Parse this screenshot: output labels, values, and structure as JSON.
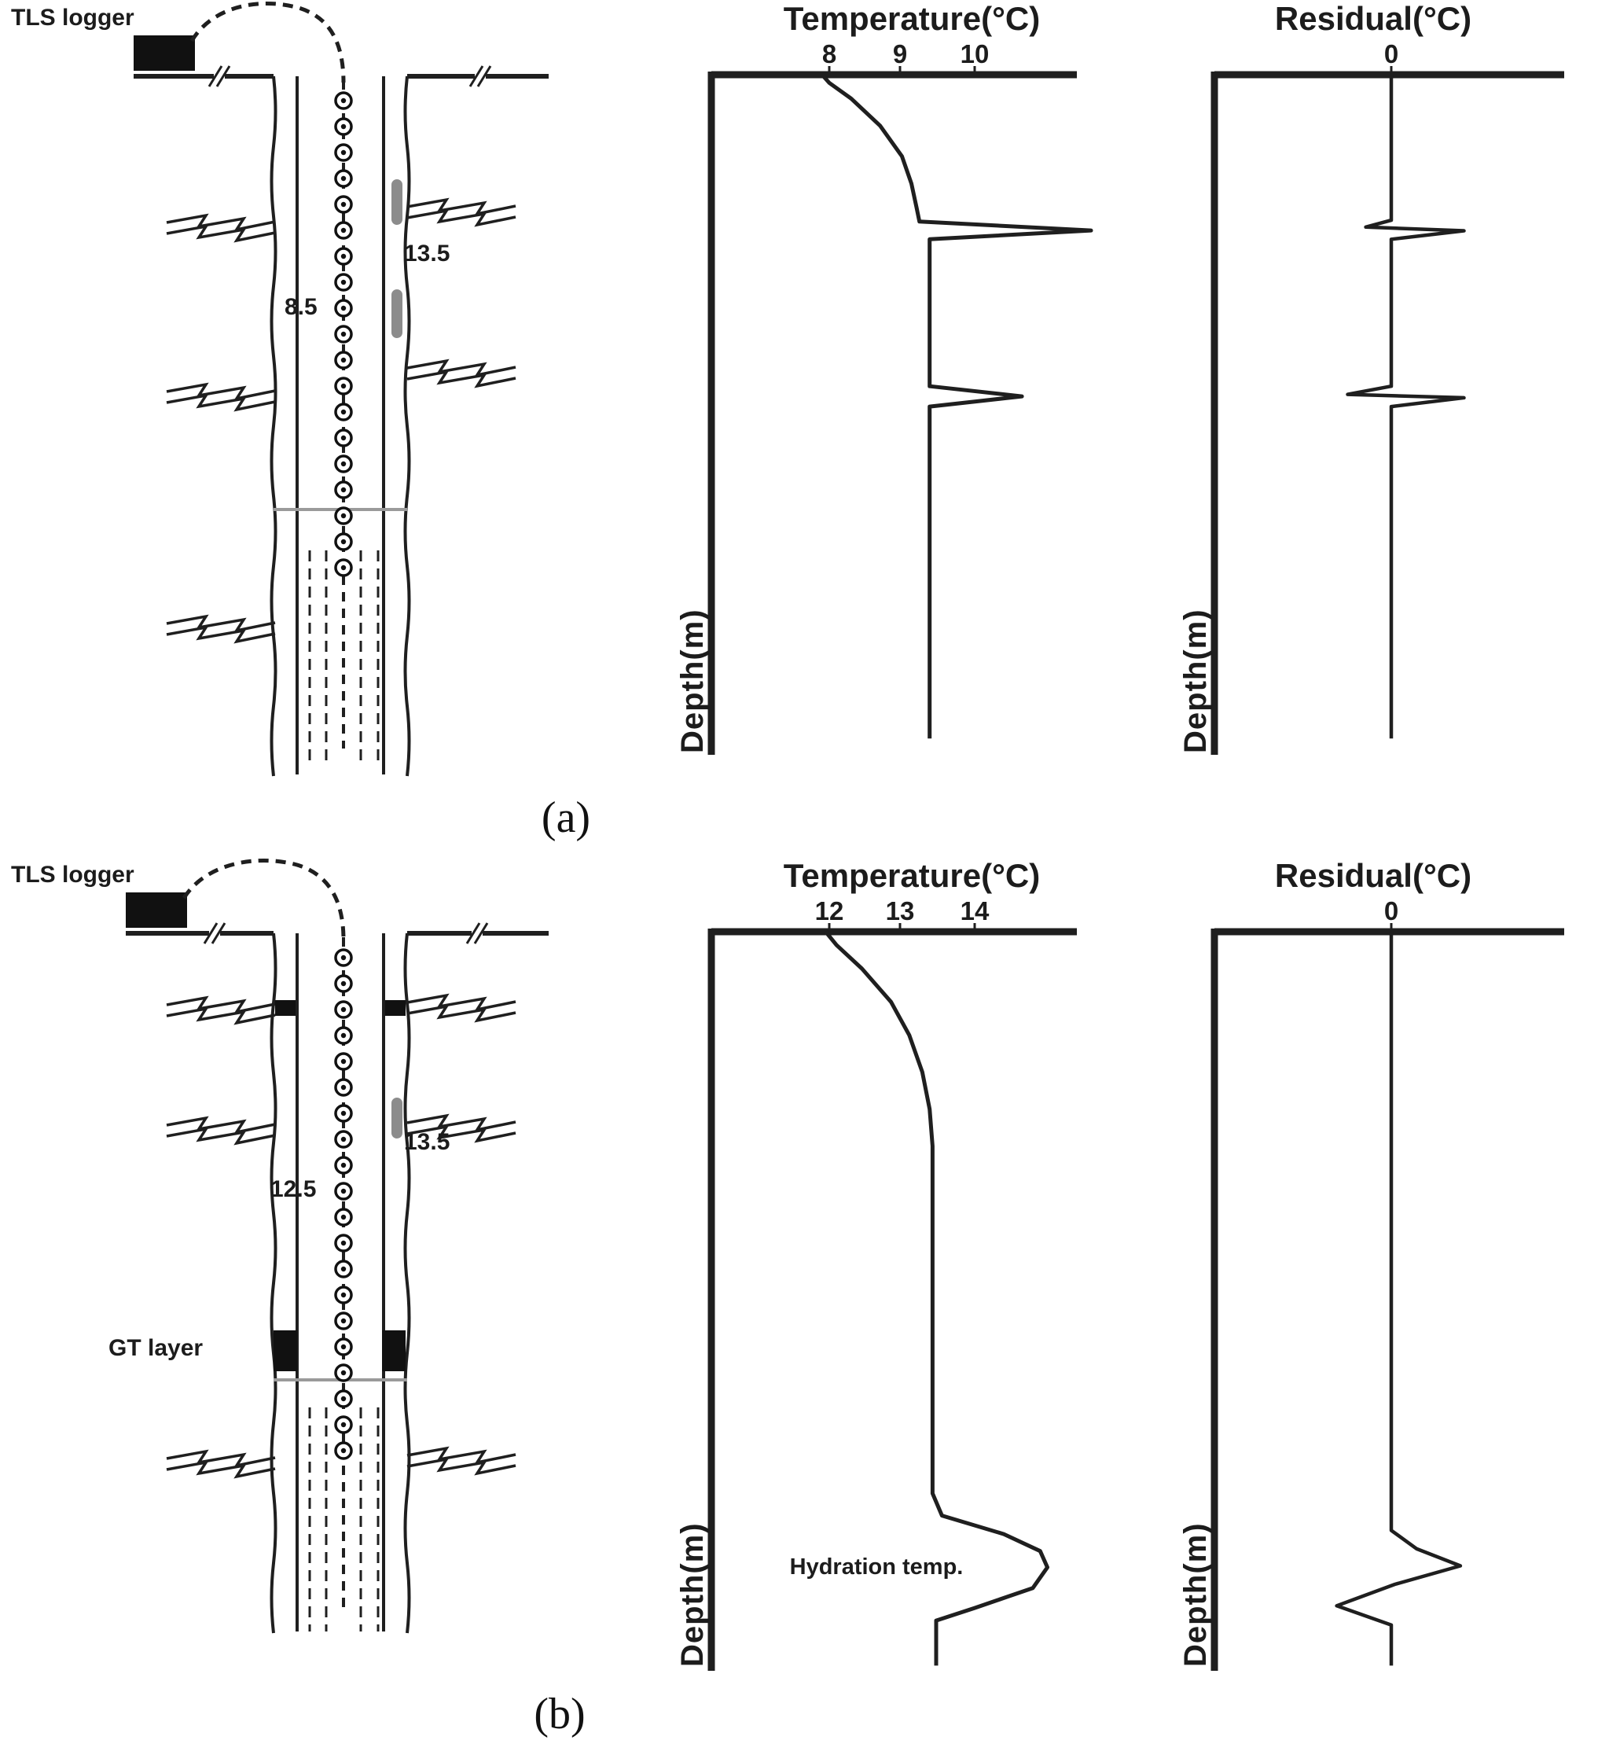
{
  "captions": {
    "a": "(a)",
    "b": "(b)"
  },
  "schematic_a": {
    "tls_label": "TLS logger",
    "left_value": "8.5",
    "right_value": "13.5"
  },
  "schematic_b": {
    "tls_label": "TLS logger",
    "left_value": "12.5",
    "right_value": "13.5",
    "gt_label": "GT layer"
  },
  "chart_data": [
    {
      "id": "temperature_a",
      "type": "line",
      "title": "Temperature(°C)",
      "ylabel": "Depth(m)",
      "x_ticks": [
        8,
        9,
        10
      ],
      "x_unit": "°C",
      "y_axis": "depth, unlabeled ticks, increasing downward (0-100 relative)",
      "legend": "none",
      "grid": false,
      "series": [
        {
          "name": "temperature profile with fracture-inflow spikes",
          "points": [
            [
              7.9,
              0
            ],
            [
              8.0,
              1.2
            ],
            [
              8.3,
              3.5
            ],
            [
              8.7,
              7.5
            ],
            [
              9.0,
              12
            ],
            [
              9.13,
              16
            ],
            [
              9.2,
              19.5
            ],
            [
              9.24,
              21.6
            ],
            [
              11.6,
              22.9
            ],
            [
              9.38,
              24.2
            ],
            [
              9.38,
              45.8
            ],
            [
              10.65,
              47.3
            ],
            [
              9.38,
              48.8
            ],
            [
              9.38,
              97.6
            ]
          ]
        }
      ]
    },
    {
      "id": "residual_a",
      "type": "line",
      "title": "Residual(°C)",
      "ylabel": "Depth(m)",
      "x_ticks": [
        0
      ],
      "x_unit": "°C",
      "y_axis": "depth, unlabeled ticks, increasing downward (0-100 relative)",
      "legend": "none",
      "grid": false,
      "series": [
        {
          "name": "residual anomalies at fracture depths",
          "points": [
            [
              0,
              0
            ],
            [
              0,
              21.4
            ],
            [
              -0.35,
              22.4
            ],
            [
              1.0,
              22.95
            ],
            [
              0,
              24.2
            ],
            [
              0,
              45.8
            ],
            [
              -0.6,
              47.0
            ],
            [
              1.0,
              47.5
            ],
            [
              0,
              48.8
            ],
            [
              0,
              97.6
            ]
          ]
        }
      ]
    },
    {
      "id": "temperature_b",
      "type": "line",
      "title": "Temperature(°C)",
      "ylabel": "Depth(m)",
      "x_ticks": [
        12,
        13,
        14
      ],
      "x_unit": "°C",
      "annotation": "Hydration temp.",
      "y_axis": "depth, unlabeled ticks, increasing downward (0-100 relative)",
      "legend": "none",
      "grid": false,
      "series": [
        {
          "name": "temperature profile with hydration-temperature bulge at GT layer",
          "points": [
            [
              11.95,
              0
            ],
            [
              12.1,
              1.8
            ],
            [
              12.45,
              5
            ],
            [
              12.85,
              9.5
            ],
            [
              13.1,
              14
            ],
            [
              13.28,
              19
            ],
            [
              13.38,
              24
            ],
            [
              13.42,
              29
            ],
            [
              13.42,
              76
            ],
            [
              13.55,
              79
            ],
            [
              14.4,
              81.5
            ],
            [
              14.9,
              83.8
            ],
            [
              15.0,
              86
            ],
            [
              14.8,
              88.8
            ],
            [
              14.0,
              91.5
            ],
            [
              13.47,
              93.2
            ],
            [
              13.47,
              99.3
            ]
          ]
        }
      ]
    },
    {
      "id": "residual_b",
      "type": "line",
      "title": "Residual(°C)",
      "ylabel": "Depth(m)",
      "x_ticks": [
        0
      ],
      "x_unit": "°C",
      "y_axis": "depth, unlabeled ticks, increasing downward (0-100 relative)",
      "legend": "none",
      "grid": false,
      "series": [
        {
          "name": "residual oscillation at GT layer depth",
          "points": [
            [
              0,
              0
            ],
            [
              0,
              81
            ],
            [
              0.35,
              83.5
            ],
            [
              0.95,
              85.8
            ],
            [
              0.05,
              88.3
            ],
            [
              -0.75,
              91.2
            ],
            [
              0,
              93.8
            ],
            [
              0,
              99.3
            ]
          ]
        }
      ]
    }
  ]
}
